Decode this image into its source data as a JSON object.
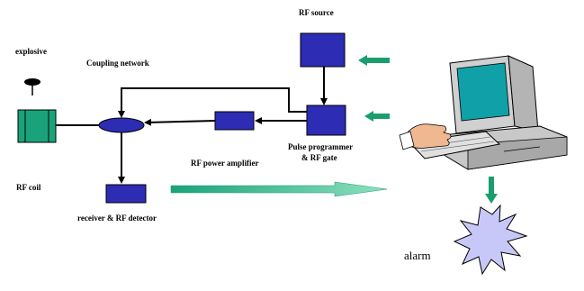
{
  "labels": {
    "rf_source": "RF source",
    "explosive": "explosive",
    "coupling_network": "Coupling network",
    "pulse_programmer_line1": "Pulse programmer",
    "pulse_programmer_line2": "& RF gate",
    "rf_power_amplifier": "RF power amplifier",
    "rf_coil": "RF coil",
    "receiver_detector": "receiver & RF detector",
    "alarm": "alarm"
  },
  "colors": {
    "block": "#2c2cb4",
    "coil": "#1aa37a",
    "arrow_green": "#1a9e6e",
    "monitor_screen": "#10a0a8",
    "computer_body": "#d8d8d8",
    "alarm_fill": "#c8c8f8"
  },
  "icons": [
    "computer-icon",
    "alarm-starburst-icon",
    "explosive-icon",
    "hand-icon"
  ]
}
